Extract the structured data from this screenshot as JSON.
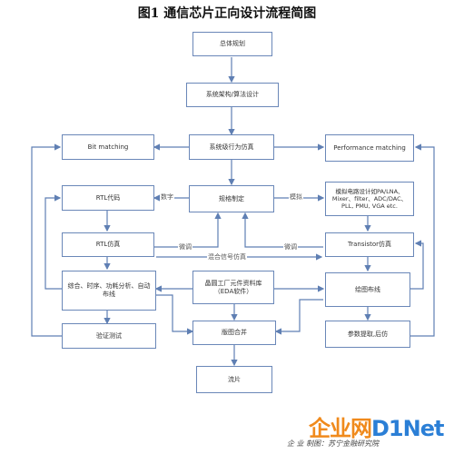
{
  "title": "图1   通信芯片正向设计流程简图",
  "nodes": {
    "overall": "总体规划",
    "arch": "系统架构/算法设计",
    "sysim": "系统级行为仿真",
    "bitmatch": "Bit matching",
    "perf": "Performance matching",
    "rtlcode": "RTL代码",
    "spec": "规格制定",
    "analog": "模拟电路设计如PA/LNA、Mixer、filter、ADC/DAC、PLL, PMU, VGA etc.",
    "rtlsim": "RTL仿真",
    "transistor": "Transistor仿真",
    "synth": "综合、时序、功耗分析、自动布线",
    "foundry": "晶圆工厂元件资料库（EDA软件）",
    "layout": "绘图布线",
    "verify": "验证测试",
    "merge": "版图合并",
    "extract": "参数提取,后仿",
    "tapeout": "流片"
  },
  "edge_labels": {
    "digital": "数字",
    "analog": "模拟",
    "tune1": "微调",
    "tune2": "微调",
    "mixed": "混合信号仿真"
  },
  "watermark": {
    "brand_a": "企业网",
    "brand_b": "D1Net",
    "source": "企 业 制图：苏宁金融研究院"
  },
  "colors": {
    "box_border": "#6a87b8",
    "arrow": "#5f7fb3",
    "watermark_orange": "#f08a1c",
    "watermark_blue": "#2b7fd6"
  }
}
